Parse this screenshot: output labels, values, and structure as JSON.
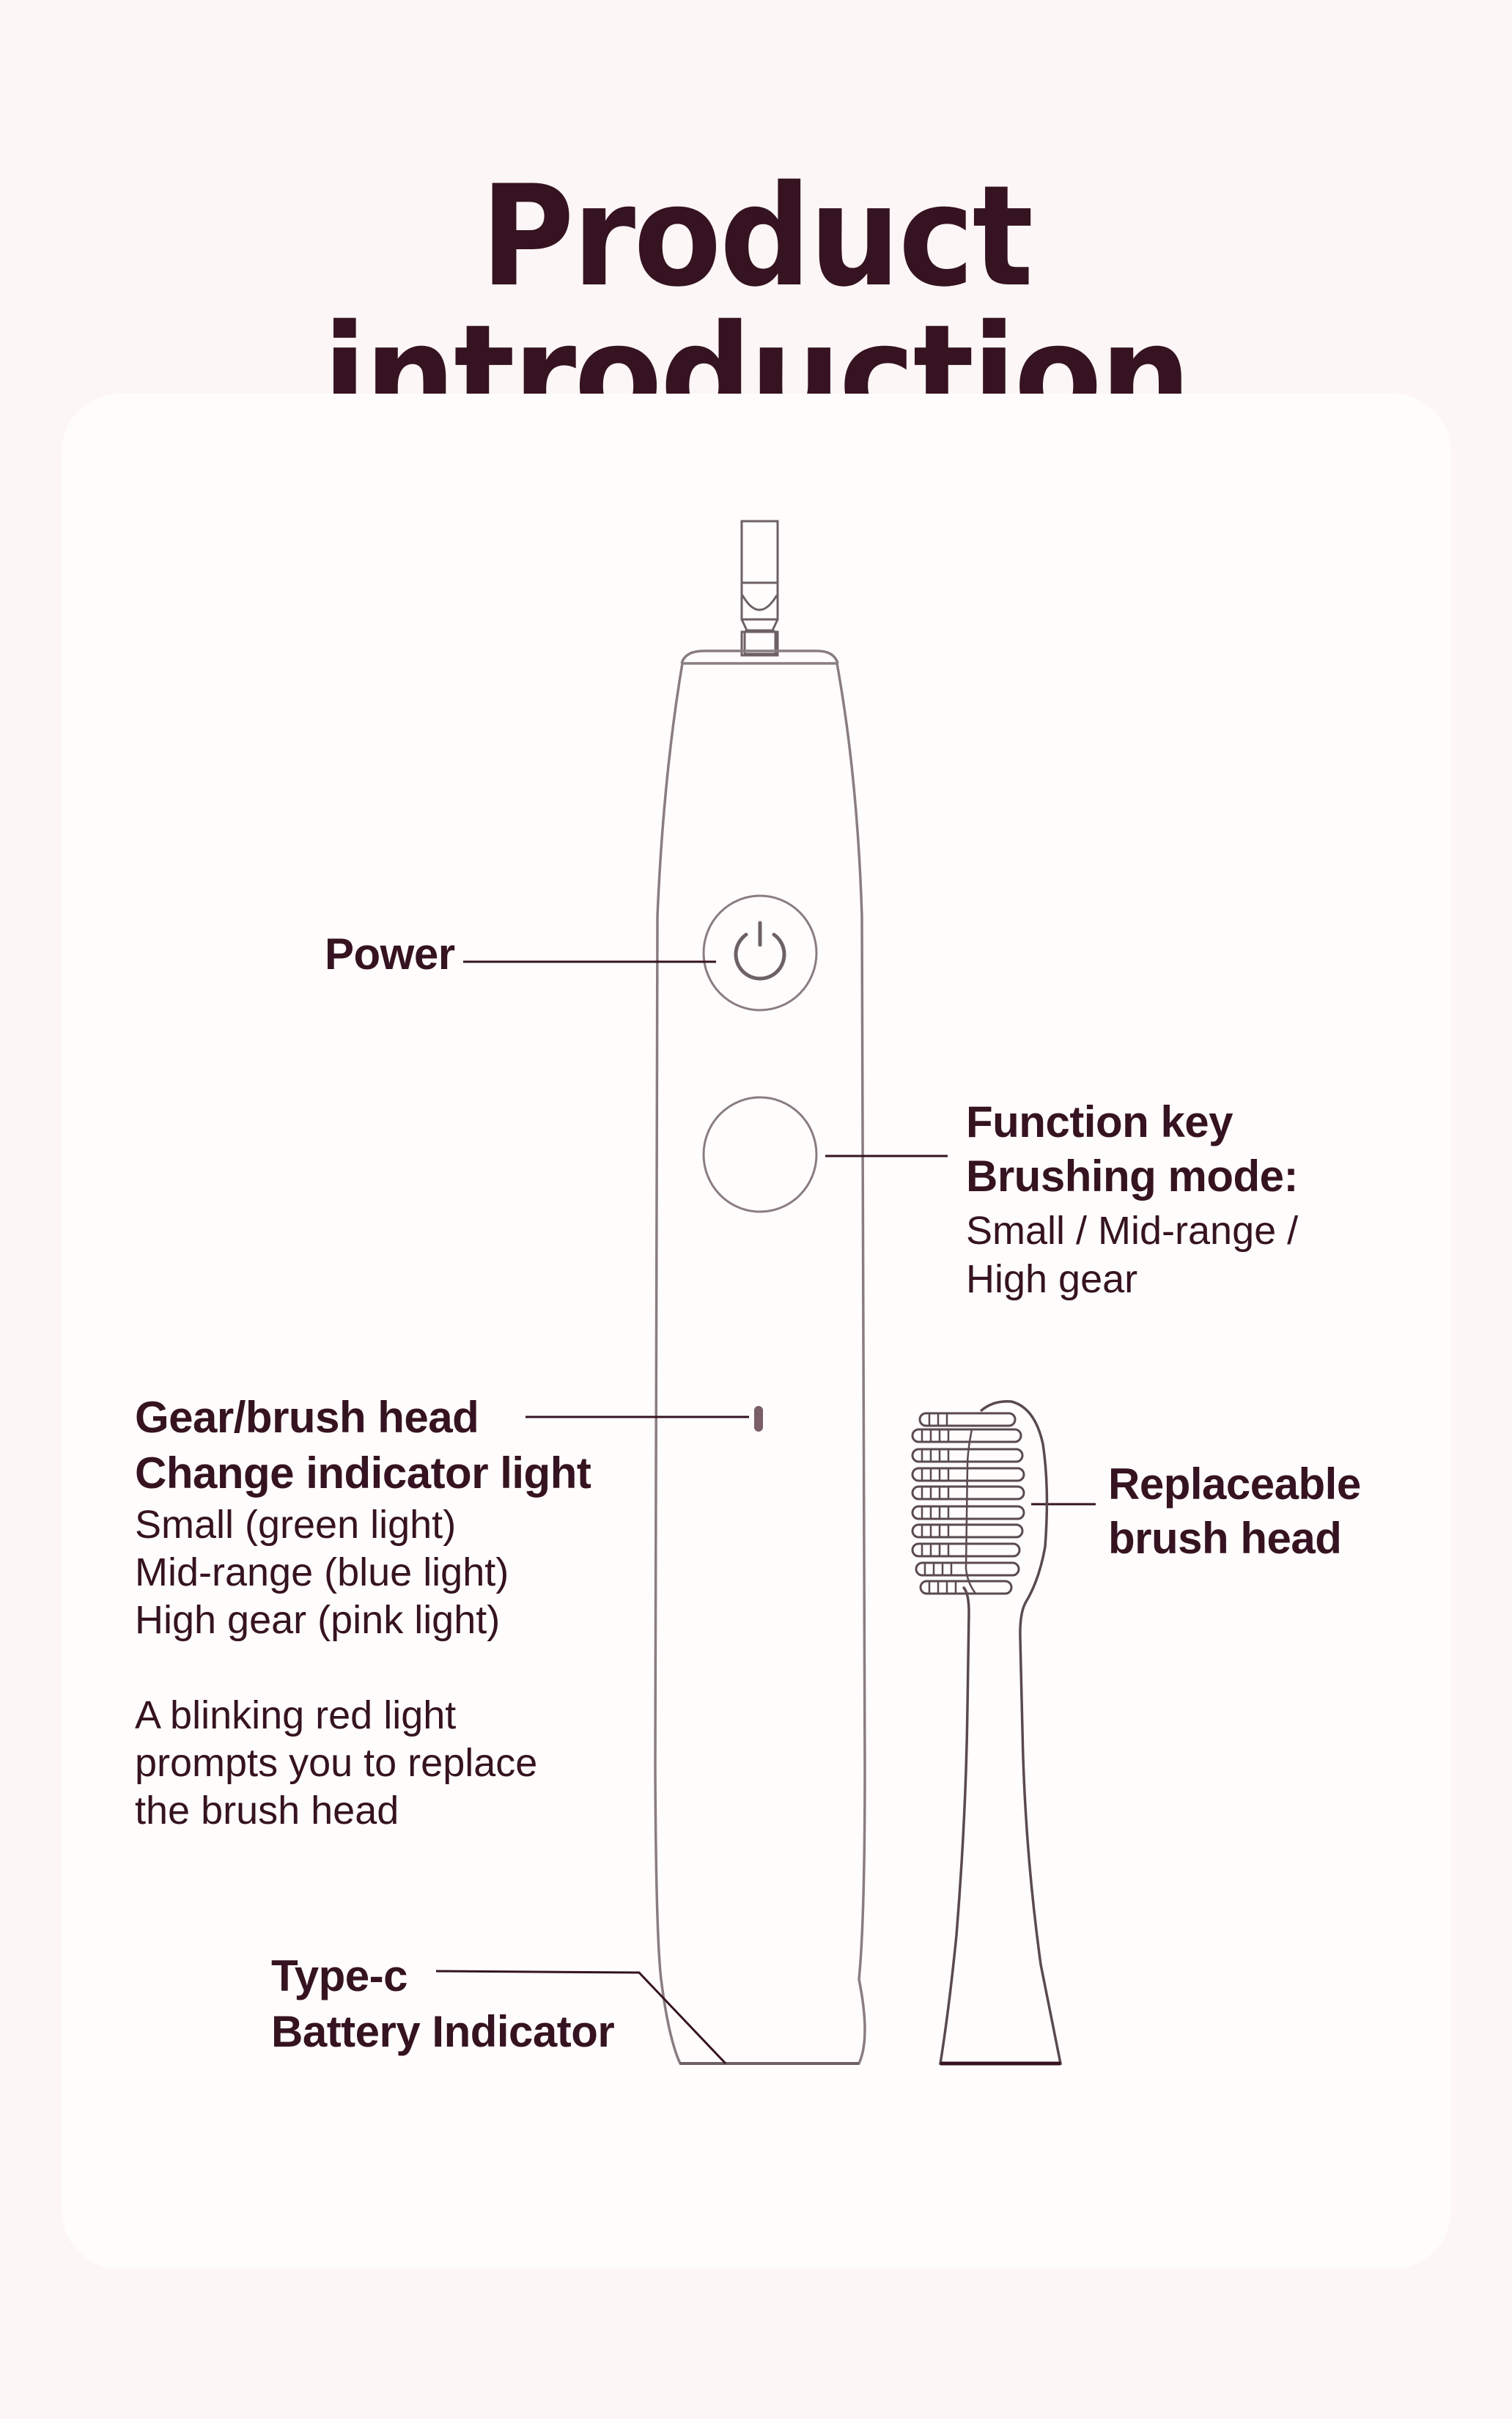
{
  "page": {
    "title": "Product introduction",
    "colors": {
      "background": "#fdf6f6",
      "card": "#fffcfc",
      "text": "#361321",
      "outline": "#8a7d81",
      "leader_line": "#361321"
    }
  },
  "diagram": {
    "subject": "electric toothbrush handle and replaceable brush head",
    "callouts": {
      "power": {
        "label": "Power",
        "icon": "power-icon"
      },
      "function_key": {
        "title_line1": "Function key",
        "title_line2": "Brushing mode:",
        "detail_line1": "Small / Mid-range /",
        "detail_line2": "High gear"
      },
      "indicator": {
        "title_line1": "Gear/brush head",
        "title_line2": "Change indicator light",
        "modes": [
          "Small (green light)",
          "Mid-range (blue light)",
          "High gear (pink light)"
        ],
        "note_lines": [
          "A blinking red light",
          "prompts you to replace",
          "the brush head"
        ]
      },
      "brush_head": {
        "title_line1": "Replaceable",
        "title_line2": "brush head"
      },
      "type_c": {
        "title_line1": "Type-c",
        "title_line2": "Battery Indicator"
      }
    }
  }
}
